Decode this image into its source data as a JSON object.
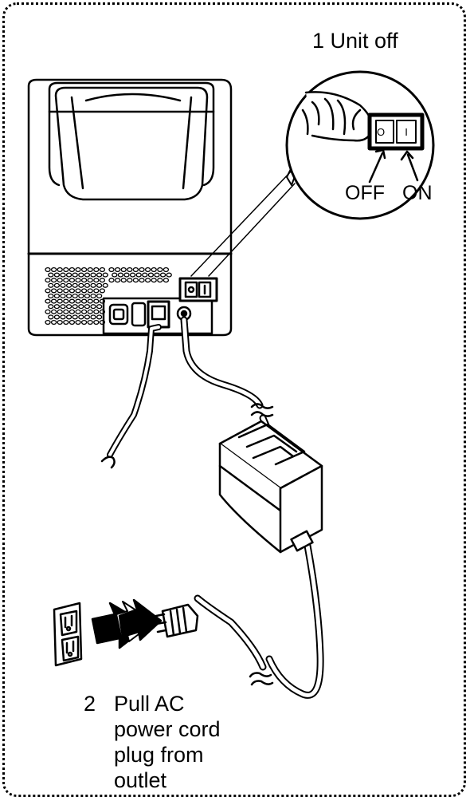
{
  "steps": {
    "step1": "1  Unit off",
    "step2_number": "2",
    "step2_lines": [
      "Pull AC",
      "power cord",
      "plug from",
      "outlet"
    ]
  },
  "switch_labels": {
    "off": "OFF",
    "on": "ON"
  },
  "switch_symbols": {
    "off": "O",
    "on": "I"
  }
}
